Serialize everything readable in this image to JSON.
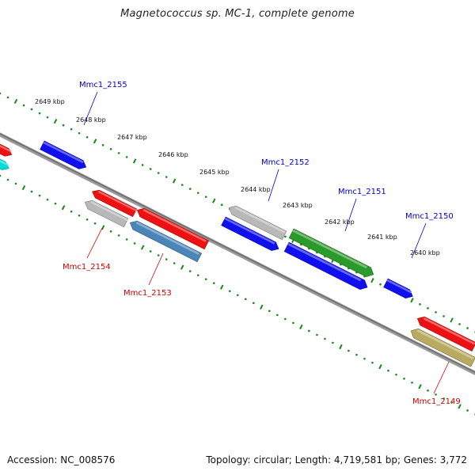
{
  "title": "Magnetococcus sp. MC-1, complete genome",
  "footer": {
    "accession": "Accession: NC_008576",
    "topology": "Topology: circular; Length: 4,719,581 bp; Genes: 3,772"
  },
  "colors": {
    "backbone": "#808080",
    "ticks": "#1a8a1a",
    "forward_label": "#0000cc",
    "reverse_label": "#cc0000",
    "blue": "#1010ee",
    "red": "#ee1111",
    "gray": "#b8b8b8",
    "green": "#2a9a2a",
    "steelblue": "#4a86b8",
    "cyan": "#00dddd",
    "olive": "#b8aa60"
  },
  "kbp_labels": [
    "2649 kbp",
    "2648 kbp",
    "2647 kbp",
    "2646 kbp",
    "2645 kbp",
    "2644 kbp",
    "2643 kbp",
    "2642 kbp",
    "2641 kbp",
    "2640 kbp"
  ],
  "gene_labels": {
    "forward": [
      "Mmc1_2155",
      "Mmc1_2152",
      "Mmc1_2151",
      "Mmc1_2150"
    ],
    "reverse": [
      "Mmc1_2154",
      "Mmc1_2153",
      "Mmc1_2149"
    ]
  },
  "genes": [
    {
      "name": "",
      "color": "blue"
    },
    {
      "name": "",
      "color": "red"
    },
    {
      "name": "",
      "color": "cyan"
    },
    {
      "name": "",
      "color": "red"
    },
    {
      "name": "Mmc1_2154",
      "color": "gray"
    },
    {
      "name": "",
      "color": "red"
    },
    {
      "name": "Mmc1_2153",
      "color": "steelblue"
    },
    {
      "name": "Mmc1_2152",
      "color": "gray"
    },
    {
      "name": "",
      "color": "blue"
    },
    {
      "name": "Mmc1_2151",
      "color": "green"
    },
    {
      "name": "",
      "color": "blue"
    },
    {
      "name": "Mmc1_2150",
      "color": "blue"
    },
    {
      "name": "",
      "color": "red"
    },
    {
      "name": "Mmc1_2149",
      "color": "olive"
    }
  ]
}
